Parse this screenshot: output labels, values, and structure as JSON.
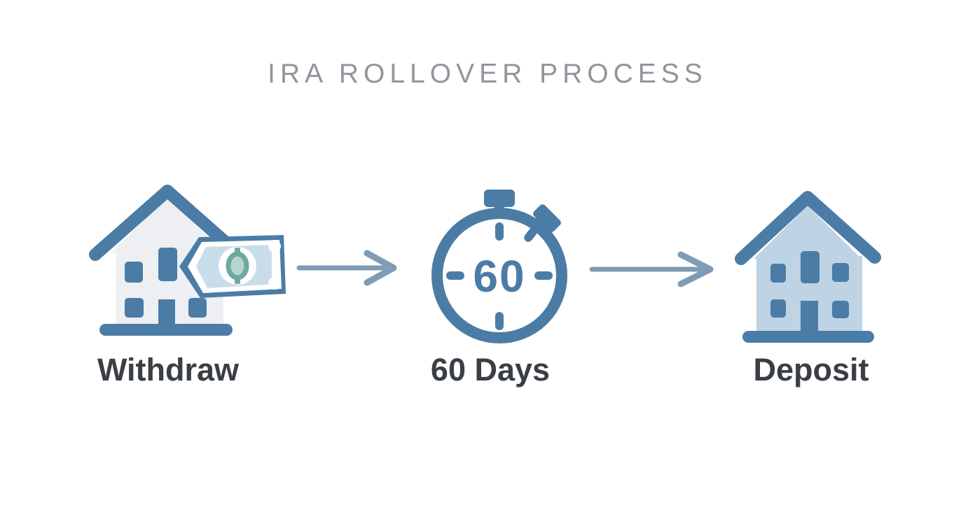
{
  "title": "IRA ROLLOVER PROCESS",
  "colors": {
    "bg": "#ffffff",
    "primary-blue": "#4a7ca6",
    "arrow-blue": "#7f9cb4",
    "house1-body": "#edeff2",
    "house2-body": "#bed3e3",
    "bill-fill": "#c9dcea",
    "teal": "#6fa8a0",
    "teal-light": "#b5d5cf",
    "title-gray": "#90969c",
    "label-dark": "#3a3f45"
  },
  "steps": [
    {
      "id": "withdraw",
      "label": "Withdraw",
      "icon": "bank-building-with-cash-icon"
    },
    {
      "id": "sixty-days",
      "label": "60 Days",
      "icon": "stopwatch-icon",
      "stopwatch_value": "60"
    },
    {
      "id": "deposit",
      "label": "Deposit",
      "icon": "bank-building-icon"
    }
  ],
  "arrows": [
    {
      "from": "withdraw",
      "to": "sixty-days"
    },
    {
      "from": "sixty-days",
      "to": "deposit"
    }
  ]
}
